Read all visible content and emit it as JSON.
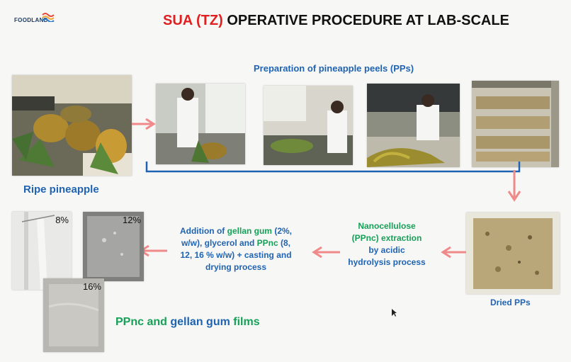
{
  "header": {
    "logo_text": "FOODLAND",
    "title_prefix": "SUA (TZ)",
    "title_rest": " OPERATIVE PROCEDURE AT LAB-SCALE"
  },
  "prep_label": "Preparation of pineapple peels (PPs)",
  "ripe_label": "Ripe pineapple",
  "dried_label": "Dried PPs",
  "extraction": {
    "line1": "Nanocellulose",
    "line2": "(PPnc) extraction",
    "line3": "by acidic",
    "line4": "hydrolysis process"
  },
  "addition": {
    "p1": "Addition of ",
    "p2": "gellan gum",
    "p3": " (2%,",
    "p4": "w/w), glycerol and ",
    "p5": "PPnc",
    "p6": " (8,",
    "p7": "12, 16 % w/w) + casting and",
    "p8": "drying process"
  },
  "films": {
    "pct_8": "8%",
    "pct_12": "12%",
    "pct_16": "16%",
    "label_part1": "PPnc and ",
    "label_part2": "gellan gum",
    "label_part3": " films"
  },
  "colors": {
    "title_red": "#e02020",
    "label_blue": "#1f63b3",
    "label_green": "#16a058",
    "arrow": "#f08a8a"
  }
}
